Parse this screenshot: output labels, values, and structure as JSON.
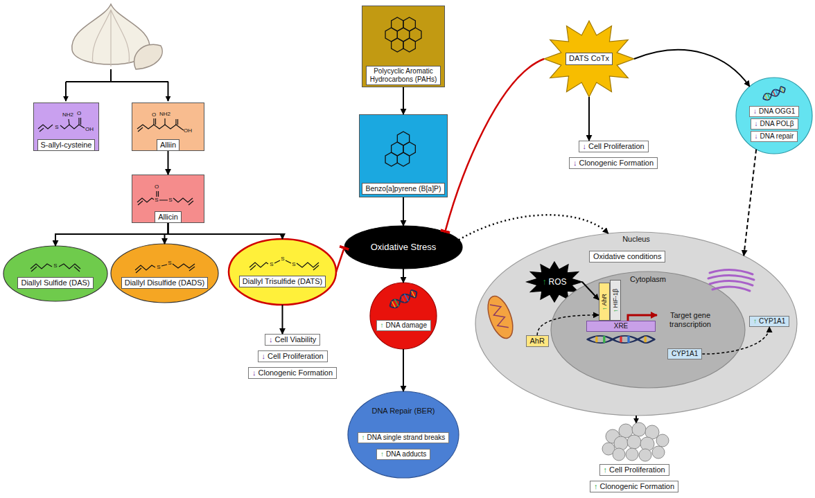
{
  "diagram": {
    "nodes": [
      {
        "text": [
          "S-allyl-cysteine"
        ]
      },
      {
        "text": [
          "Alliin"
        ]
      },
      {
        "text": [
          "Allicin"
        ]
      },
      {
        "text": [
          "Diallyl Sulfide (DAS)"
        ]
      },
      {
        "text": [
          "Diallyl Disulfide (DADS)"
        ]
      },
      {
        "text": [
          "Diallyl Trisulfide (DATS)"
        ]
      },
      {
        "text": [
          "↓",
          "Cell Viability"
        ]
      },
      {
        "text": [
          "↓",
          "Cell Proliferation"
        ]
      },
      {
        "text": [
          "↓",
          "Clonogenic Formation"
        ]
      },
      {
        "text": [
          "Polycyclic Aromatic Hydrocarbons (PAHs)"
        ]
      },
      {
        "text": [
          "Benzo[a]pyrene (B[a]P)"
        ]
      },
      {
        "text": [
          "Oxidative Stress"
        ]
      },
      {
        "text": []
      },
      {
        "text": [
          "↑",
          "DNA damage"
        ],
        "in": 12
      },
      {
        "text": [
          "DNA Repair (BER)"
        ]
      },
      {
        "text": [
          "↑",
          "DNA single strand breaks"
        ],
        "in": 14
      },
      {
        "text": [
          "↑",
          "DNA adducts"
        ],
        "in": 14
      },
      {
        "text": [
          "DATS CoTx"
        ]
      },
      {
        "text": [
          "↓",
          "Cell Proliferation"
        ]
      },
      {
        "text": [
          "↓",
          "Clonogenic Formation"
        ]
      },
      {
        "text": []
      },
      {
        "text": [
          "↓",
          "DNA OGG1"
        ],
        "in": 20
      },
      {
        "text": [
          "↓",
          "DNA POLβ"
        ],
        "in": 20
      },
      {
        "text": [
          "↓",
          "DNA repair"
        ],
        "in": 20
      },
      {
        "text": [
          "Nucleus"
        ]
      },
      {
        "text": [
          "Oxidative conditions"
        ],
        "in": 24
      },
      {
        "text": [
          "↑",
          "ROS"
        ],
        "in": 24
      },
      {
        "text": [
          "Cytoplasm"
        ],
        "in": 24
      },
      {
        "text": [
          "↑",
          "AhR"
        ],
        "in": 27
      },
      {
        "text": [
          "↑",
          "HIF-1β"
        ],
        "in": 27
      },
      {
        "text": [
          "XRE"
        ],
        "in": 27
      },
      {
        "text": [
          "AhR"
        ],
        "in": 24
      },
      {
        "text": [
          "CYP1A1"
        ],
        "in": 27
      },
      {
        "text": [
          "↑",
          "CYP1A1"
        ],
        "in": 24
      },
      {
        "text": [
          "↑",
          "Cell Proliferation"
        ]
      },
      {
        "text": [
          "↑",
          "Clonogenic Formation"
        ]
      }
    ],
    "edges": [
      {
        "from": 1,
        "to": 2,
        "arrow": "to"
      },
      {
        "from": 2,
        "to": 3,
        "arrow": "to"
      },
      {
        "from": 2,
        "to": 4,
        "arrow": "to"
      },
      {
        "from": 2,
        "to": 5,
        "arrow": "to"
      },
      {
        "from": 5,
        "to": 6,
        "arrow": "to"
      },
      {
        "from": 5,
        "to": 11,
        "arrow": "to"
      },
      {
        "from": 9,
        "to": 10,
        "arrow": "to"
      },
      {
        "from": 10,
        "to": 11,
        "arrow": "to"
      },
      {
        "from": 11,
        "to": 12,
        "arrow": "to"
      },
      {
        "from": 12,
        "to": 14,
        "arrow": "to"
      },
      {
        "from": 17,
        "to": 11,
        "arrow": "to"
      },
      {
        "from": 17,
        "to": 18,
        "arrow": "to"
      },
      {
        "from": 17,
        "to": 20,
        "arrow": "to"
      },
      {
        "from": 20,
        "to": 24,
        "arrow": "to"
      },
      {
        "from": 11,
        "to": 24,
        "arrow": "to"
      },
      {
        "from": 26,
        "to": 28,
        "arrow": "to"
      },
      {
        "from": 31,
        "to": 28,
        "arrow": "to"
      },
      {
        "from": 32,
        "to": 33,
        "arrow": "to"
      }
    ],
    "labels": [
      "S",
      "O",
      "OH",
      "NH2",
      "O",
      "NH2",
      "OH",
      "O",
      "S",
      "S",
      "S",
      "S",
      "S",
      "S",
      "S",
      "S",
      "Target gene transcription"
    ]
  }
}
